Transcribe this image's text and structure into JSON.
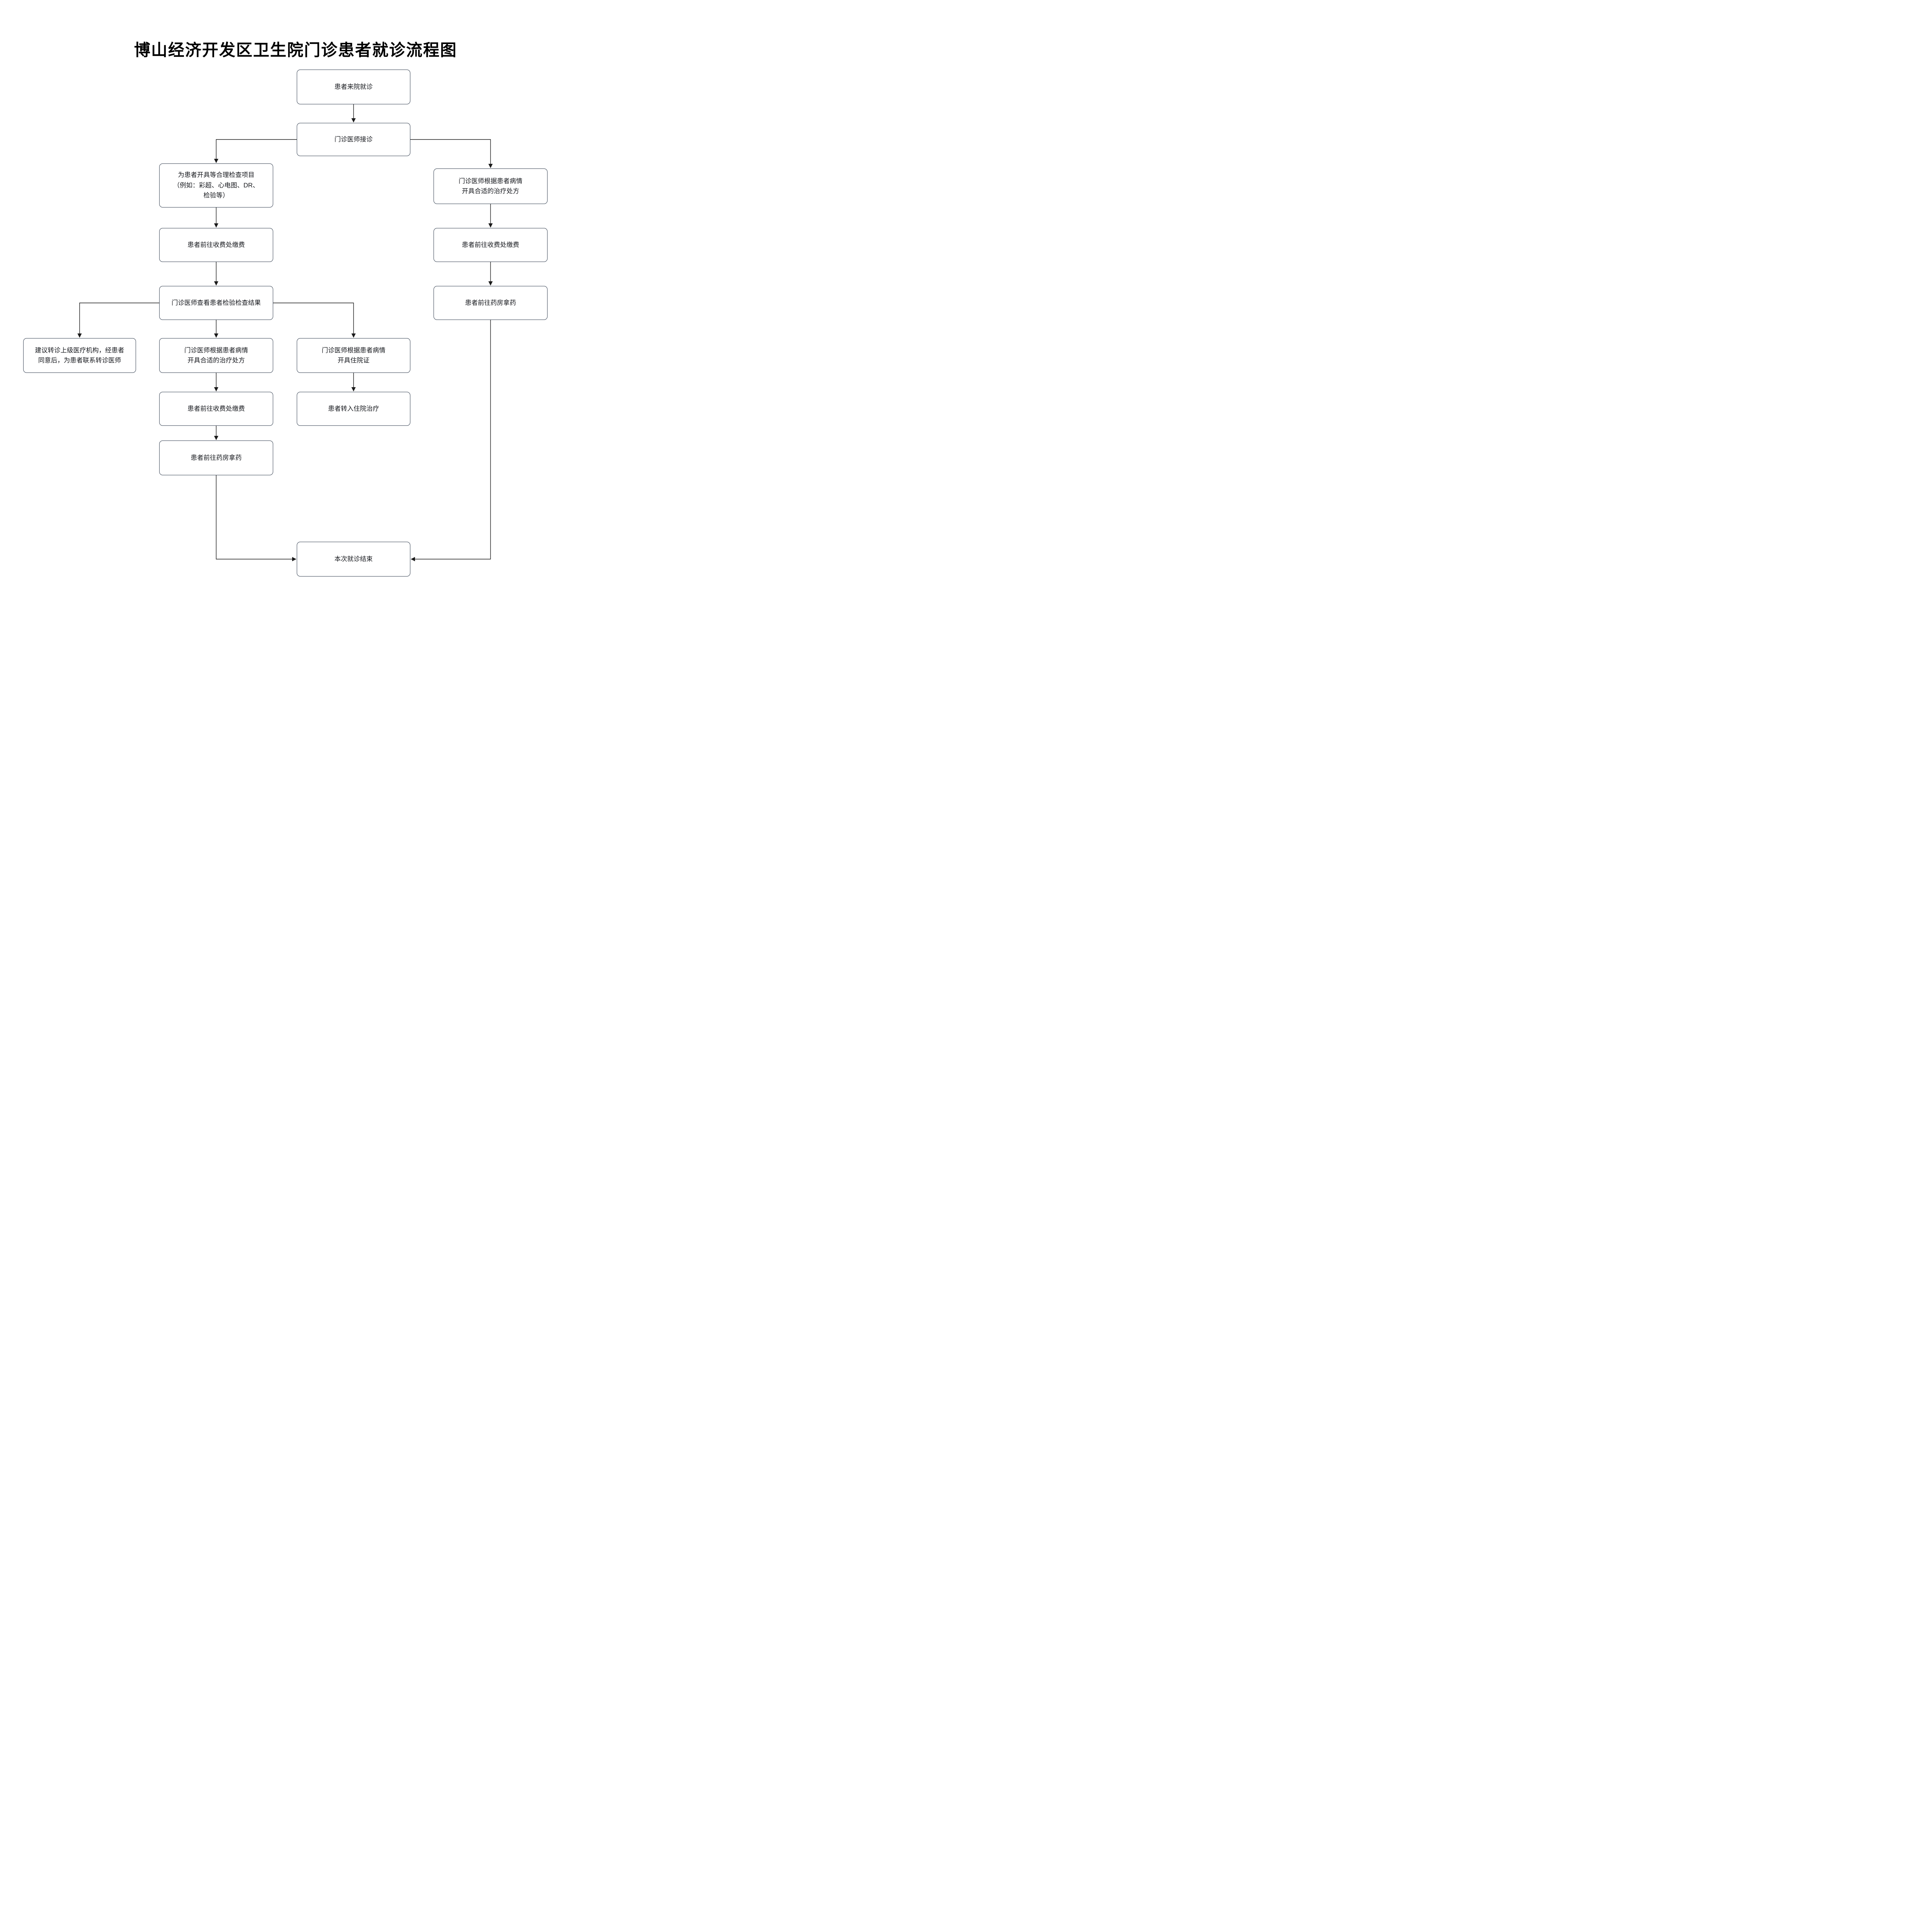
{
  "title": "博山经济开发区卫生院门诊患者就诊流程图",
  "colors": {
    "box_border": "#333f50",
    "box_fill": "#ffffff",
    "text": "#16181d",
    "line": "#1a1a1a"
  },
  "nodes": {
    "arrival": {
      "label": "患者来院就诊"
    },
    "reception": {
      "label": "门诊医师接诊"
    },
    "order_exams": {
      "label": "为患者开具等合理检查项目\n（例如：彩超、心电图、DR、\n检验等）"
    },
    "pay_left": {
      "label": "患者前往收费处缴费"
    },
    "review_results": {
      "label": "门诊医师查看患者检验检查结果"
    },
    "referral": {
      "label": "建议转诊上级医疗机构，经患者\n同意后，为患者联系转诊医师"
    },
    "rx_mid": {
      "label": "门诊医师根据患者病情\n开具合适的治疗处方"
    },
    "hosp_cert": {
      "label": "门诊医师根据患者病情\n开具住院证"
    },
    "pay_mid": {
      "label": "患者前往收费处缴费"
    },
    "inpatient": {
      "label": "患者转入住院治疗"
    },
    "pharmacy_mid": {
      "label": "患者前往药房拿药"
    },
    "rx_right": {
      "label": "门诊医师根据患者病情\n开具合适的治疗处方"
    },
    "pay_right": {
      "label": "患者前往收费处缴费"
    },
    "pharmacy_right": {
      "label": "患者前往药房拿药"
    },
    "end": {
      "label": "本次就诊结束"
    }
  }
}
